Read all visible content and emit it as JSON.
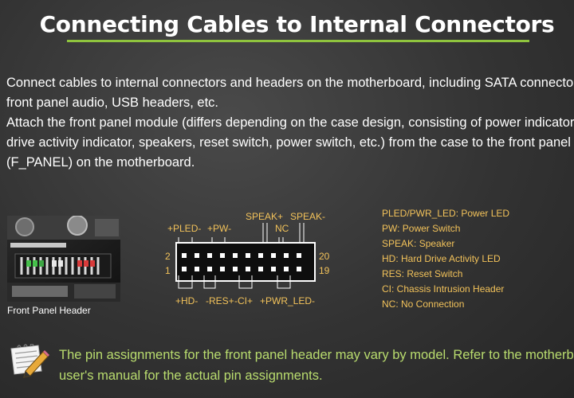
{
  "slide": {
    "title": "Connecting Cables to Internal Connectors"
  },
  "paragraphs": {
    "p1_line1": "Connect cables to internal connectors and headers on the motherboard, including SATA connectors,",
    "p1_line2": "front panel audio, USB headers, etc.",
    "p2_line1": "Attach the front panel module (differs depending on the case design, consisting of power indicator,",
    "p2_line2": "drive activity indicator, speakers, reset switch, power switch, etc.) from the case to the front panel header",
    "p2_line3": "(F_PANEL) on the motherboard."
  },
  "photo": {
    "caption": "Front Panel Header"
  },
  "pin_diagram": {
    "top_labels": {
      "speak_plus": "SPEAK+",
      "speak_minus": "SPEAK-",
      "pled": "+PLED-",
      "pw": "+PW-",
      "nc": "NC"
    },
    "bottom_labels": {
      "hd": "+HD-",
      "res": "-RES+",
      "ci": "-CI+",
      "pwr_led": "+PWR_LED-"
    },
    "pin_numbers": {
      "top_left": "2",
      "bottom_left": "1",
      "top_right": "20",
      "bottom_right": "19"
    }
  },
  "legend": [
    "PLED/PWR_LED: Power LED",
    "PW: Power Switch",
    "SPEAK: Speaker",
    "HD: Hard Drive Activity LED",
    "RES: Reset Switch",
    "CI: Chassis Intrusion Header",
    "NC: No Connection"
  ],
  "note": {
    "line1": "The pin assignments for the front panel header may vary by model. Refer to the motherboard",
    "line2": "user's manual for the actual pin assignments."
  },
  "colors": {
    "accent_green": "#8fc43e",
    "label_yellow": "#f2c25a",
    "note_green": "#b9dc6e"
  }
}
